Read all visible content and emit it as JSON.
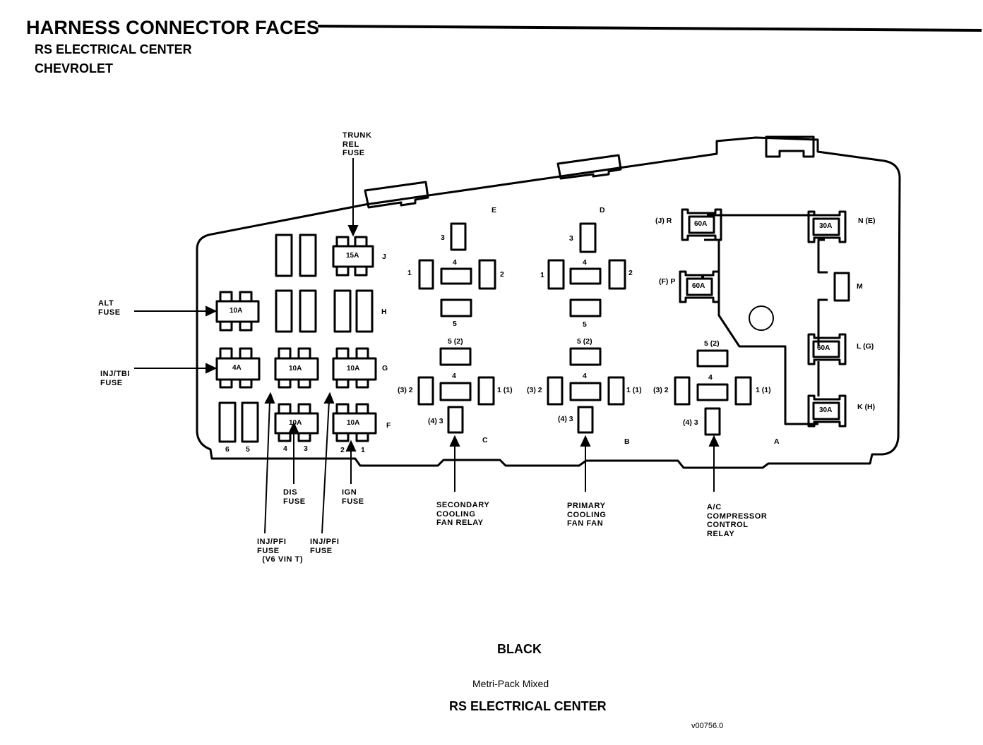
{
  "header": {
    "title": "HARNESS CONNECTOR FACES",
    "subtitle1": "RS ELECTRICAL CENTER",
    "subtitle2": "CHEVROLET"
  },
  "callouts": {
    "trunk_rel": "TRUNK\nREL\nFUSE",
    "alt": "ALT\nFUSE",
    "inj_tbi": "INJ/TBI\nFUSE",
    "dis": "DIS\nFUSE",
    "ign": "IGN\nFUSE",
    "inj_pfi_v6": "INJ/PFI\nFUSE\n  (V6 VIN T)",
    "inj_pfi": "INJ/PFI\nFUSE",
    "secondary": "SECONDARY\nCOOLING\nFAN RELAY",
    "primary": "PRIMARY\nCOOLING\nFAN FAN",
    "ac": "A/C\nCOMPRESSOR\nCONTROL\nRELAY"
  },
  "fuses": {
    "f15a": "15A",
    "alt10a": "10A",
    "g4a": "4A",
    "g10a_1": "10A",
    "g10a_2": "10A",
    "f10a_1": "10A",
    "f10a_2": "10A",
    "mf60a_1": "60A",
    "mf60a_2": "60A",
    "mf30a_1": "30A",
    "mf60a_3": "60A",
    "mf30a_2": "30A"
  },
  "row_labels": {
    "j": "J",
    "h": "H",
    "g": "G",
    "f": "F"
  },
  "slot_numbers": {
    "n6": "6",
    "n5": "5",
    "n4": "4",
    "n3": "3",
    "n2": "2",
    "n1": "1"
  },
  "relay_letters": {
    "e": "E",
    "d": "D",
    "c": "C",
    "b": "B",
    "a": "A"
  },
  "relay_pins": {
    "p1": "1",
    "p2": "2",
    "p3": "3",
    "p4": "4",
    "p5": "5",
    "p5_2": "5 (2)",
    "p3_2": "(3) 2",
    "p1_1": "1 (1)",
    "p4_3": "(4) 3"
  },
  "maxi_labels": {
    "jr": "(J) R",
    "fp": "(F) P",
    "ne": "N (E)",
    "m": "M",
    "lg": "L (G)",
    "kh": "K (H)"
  },
  "footer": {
    "color": "BLACK",
    "type": "Metri-Pack Mixed",
    "name": "RS ELECTRICAL CENTER",
    "code": "v00756.0"
  }
}
